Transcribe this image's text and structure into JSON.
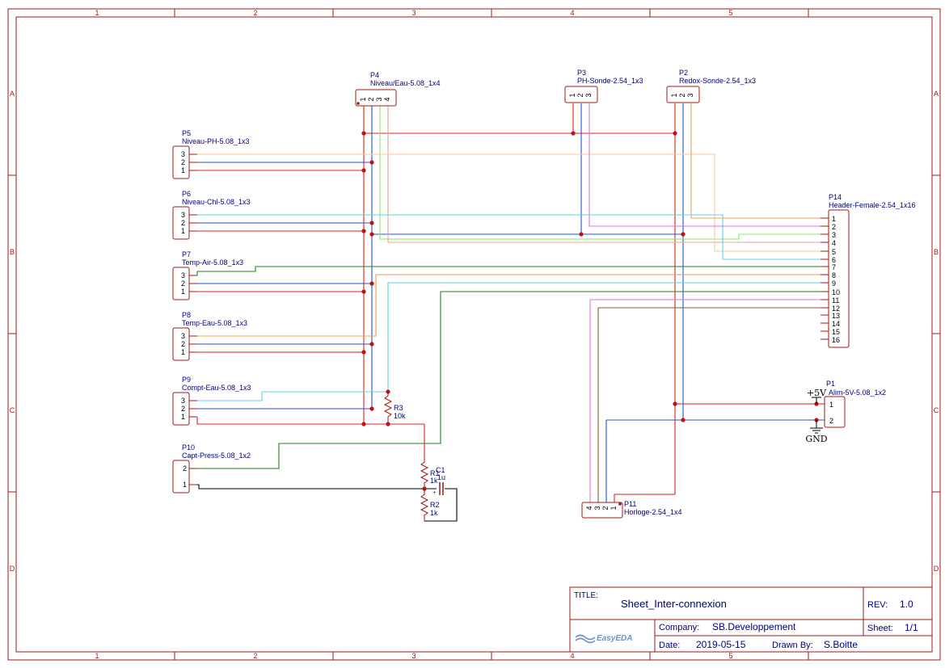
{
  "frame": {
    "cols": [
      "1",
      "2",
      "3",
      "4",
      "5"
    ],
    "rows": [
      "A",
      "B",
      "C",
      "D"
    ]
  },
  "components": {
    "P4": {
      "ref": "P4",
      "value": "Niveau/Eau-5.08_1x4",
      "pins": [
        "1",
        "2",
        "3",
        "4"
      ]
    },
    "P3": {
      "ref": "P3",
      "value": "PH-Sonde-2.54_1x3",
      "pins": [
        "1",
        "2",
        "3"
      ]
    },
    "P2": {
      "ref": "P2",
      "value": "Redox-Sonde-2.54_1x3",
      "pins": [
        "1",
        "2",
        "3"
      ]
    },
    "P5": {
      "ref": "P5",
      "value": "Niveau-PH-5.08_1x3",
      "pins": [
        "3",
        "2",
        "1"
      ]
    },
    "P6": {
      "ref": "P6",
      "value": "Niveau-Chl-5.08_1x3",
      "pins": [
        "3",
        "2",
        "1"
      ]
    },
    "P7": {
      "ref": "P7",
      "value": "Temp-Air-5.08_1x3",
      "pins": [
        "3",
        "2",
        "1"
      ]
    },
    "P8": {
      "ref": "P8",
      "value": "Temp-Eau-5.08_1x3",
      "pins": [
        "3",
        "2",
        "1"
      ]
    },
    "P9": {
      "ref": "P9",
      "value": "Compt-Eau-5.08_1x3",
      "pins": [
        "3",
        "2",
        "1"
      ]
    },
    "P10": {
      "ref": "P10",
      "value": "Capt-Press-5.08_1x2",
      "pins": [
        "2",
        "1"
      ]
    },
    "P14": {
      "ref": "P14",
      "value": "Header-Female-2.54_1x16",
      "pins": [
        "1",
        "2",
        "3",
        "4",
        "5",
        "6",
        "7",
        "8",
        "9",
        "10",
        "11",
        "12",
        "13",
        "14",
        "15",
        "16"
      ]
    },
    "P1": {
      "ref": "P1",
      "value": "Alim-5V-5.08_1x2",
      "pins": [
        "1",
        "2"
      ]
    },
    "P11": {
      "ref": "P11",
      "value": "Horloge-2.54_1x4",
      "pins": [
        "4",
        "3",
        "2",
        "1"
      ]
    },
    "R3": {
      "ref": "R3",
      "value": "10k"
    },
    "R1": {
      "ref": "R1",
      "value": "1k"
    },
    "R2": {
      "ref": "R2",
      "value": "1k"
    },
    "C1": {
      "ref": "C1",
      "value": "1u"
    }
  },
  "power": {
    "vcc": "+5V",
    "gnd": "GND"
  },
  "title_block": {
    "title_label": "TITLE:",
    "title": "Sheet_Inter-connexion",
    "rev_label": "REV:",
    "rev": "1.0",
    "company_label": "Company:",
    "company": "SB.Developpement",
    "sheet_label": "Sheet:",
    "sheet": "1/1",
    "date_label": "Date:",
    "date": "2019-05-15",
    "drawn_label": "Drawn By:",
    "drawn": "S.Boitte",
    "logo": "EasyEDA"
  },
  "colors": {
    "frame": "#a01818",
    "red": "#e02020",
    "blue": "#2050e0",
    "green": "#208020",
    "light_green": "#80ee60",
    "cyan": "#60d0f0",
    "orange": "#f0a050",
    "peach": "#f8c898",
    "pink": "#e8a098",
    "magenta": "#e070e0",
    "brown": "#806030",
    "black": "#000000",
    "label": "#000080"
  }
}
